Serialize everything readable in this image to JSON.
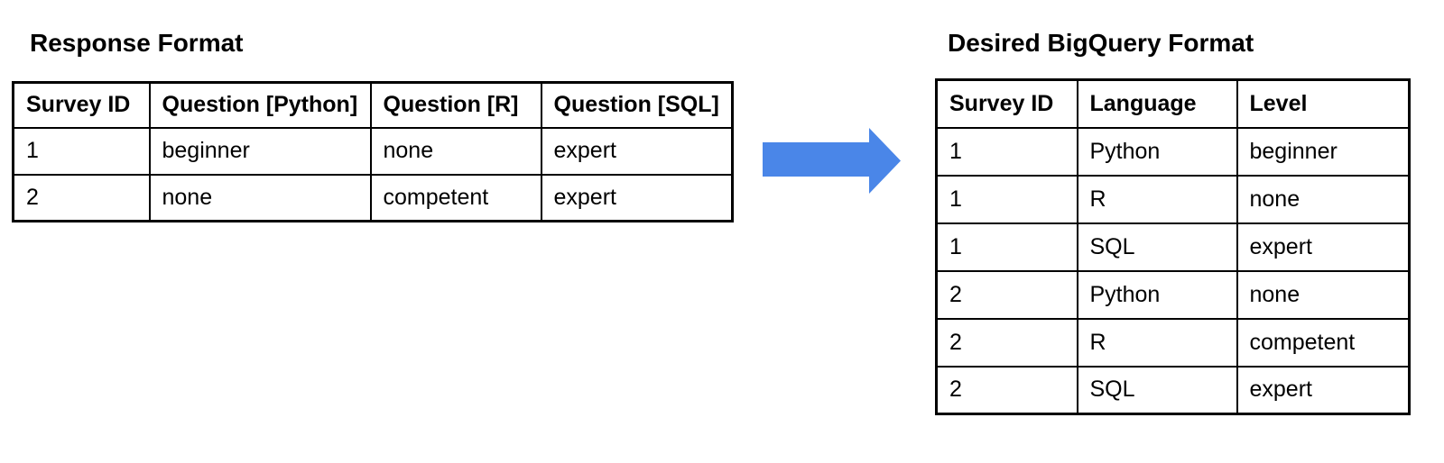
{
  "left_panel": {
    "title": "Response Format",
    "table": {
      "headers": [
        "Survey ID",
        "Question [Python]",
        "Question [R]",
        "Question [SQL]"
      ],
      "rows": [
        [
          "1",
          "beginner",
          "none",
          "expert"
        ],
        [
          "2",
          "none",
          "competent",
          "expert"
        ]
      ]
    }
  },
  "arrow": {
    "meaning": "transforms-into",
    "color": "#4A86E8"
  },
  "right_panel": {
    "title": "Desired BigQuery Format",
    "table": {
      "headers": [
        "Survey ID",
        "Language",
        "Level"
      ],
      "rows": [
        [
          "1",
          "Python",
          "beginner"
        ],
        [
          "1",
          "R",
          "none"
        ],
        [
          "1",
          "SQL",
          "expert"
        ],
        [
          "2",
          "Python",
          "none"
        ],
        [
          "2",
          "R",
          "competent"
        ],
        [
          "2",
          "SQL",
          "expert"
        ]
      ]
    }
  }
}
